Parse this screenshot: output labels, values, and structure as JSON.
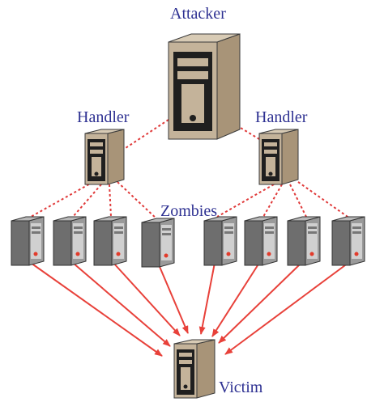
{
  "labels": {
    "attacker": "Attacker",
    "handler_left": "Handler",
    "handler_right": "Handler",
    "zombies": "Zombies",
    "victim": "Victim"
  },
  "colors": {
    "label_text": "#2e3192",
    "control_link": "#e03a3a",
    "attack_arrow": "#e8413a",
    "tower_beige_front": "#c4b39a",
    "tower_beige_side": "#a89478",
    "tower_dark_panel": "#1f1f1f",
    "tower_gray_front": "#9a9a9a",
    "tower_gray_side": "#6e6e6e",
    "power_led": "#e23b2b"
  },
  "topology": {
    "attacker_to": [
      "handler-left",
      "handler-right"
    ],
    "handler_left_to": [
      "zombie-1",
      "zombie-2",
      "zombie-3",
      "zombie-4"
    ],
    "handler_right_to": [
      "zombie-5",
      "zombie-6",
      "zombie-7",
      "zombie-8"
    ],
    "zombies_attack": "victim"
  }
}
